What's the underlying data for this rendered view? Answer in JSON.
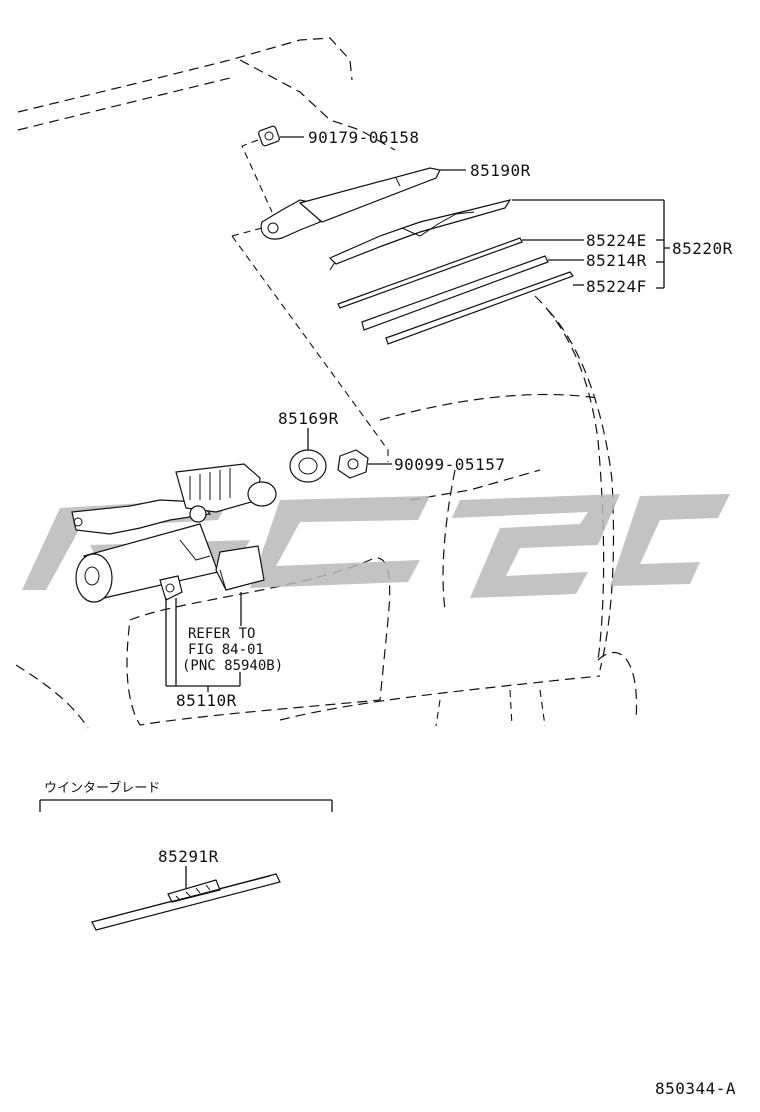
{
  "diagram_id": "850344-A",
  "section_title": "ウインターブレード",
  "parts": {
    "nut_top": "90179-06158",
    "wiper_arm": "85190R",
    "blade_assembly": "85220R",
    "blade_rubber_e": "85224E",
    "blade_insert": "85214R",
    "blade_rubber_f": "85224F",
    "pivot_seal": "85169R",
    "pivot_nut": "90099-05157",
    "wiper_motor": "85110R",
    "winter_blade": "85291R"
  },
  "refer_note": {
    "line1": "REFER TO",
    "line2": "FIG 84-01",
    "line3": "(PNC 85940B)"
  }
}
